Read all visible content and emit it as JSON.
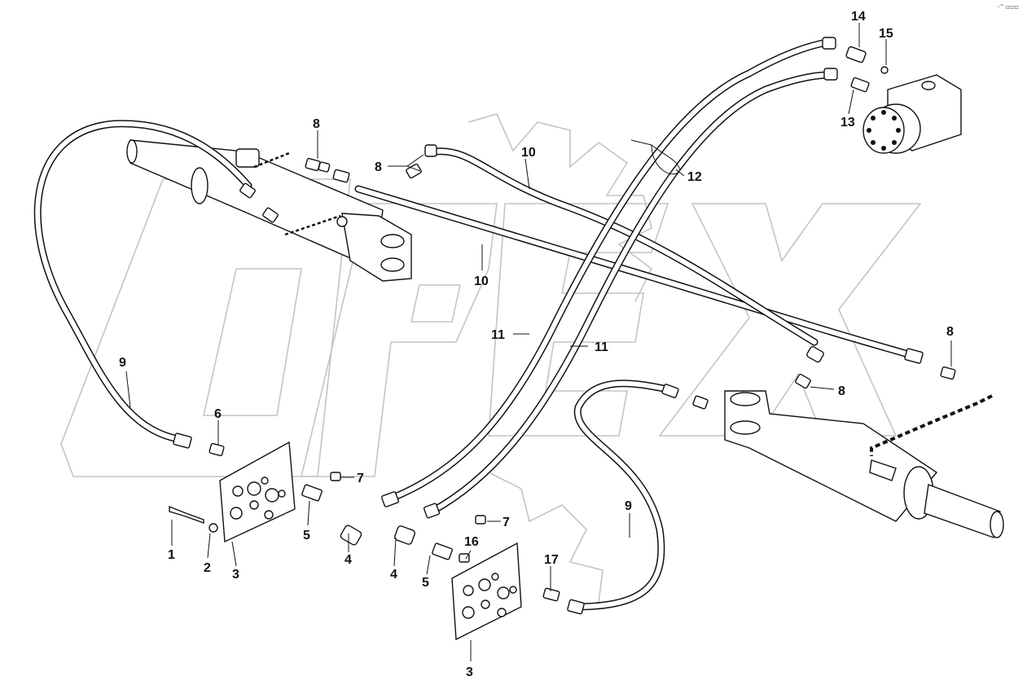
{
  "corner_code": "◦\" ▫▫▫",
  "callouts": {
    "c1": "1",
    "c2": "2",
    "c3a": "3",
    "c3b": "3",
    "c4a": "4",
    "c4b": "4",
    "c5a": "5",
    "c5b": "5",
    "c6": "6",
    "c7a": "7",
    "c7b": "7",
    "c8a": "8",
    "c8b": "8",
    "c8c": "8",
    "c8d": "8",
    "c9a": "9",
    "c9b": "9",
    "c10a": "10",
    "c10b": "10",
    "c11a": "11",
    "c11b": "11",
    "c12": "12",
    "c13": "13",
    "c14": "14",
    "c15": "15",
    "c16": "16",
    "c17": "17"
  }
}
